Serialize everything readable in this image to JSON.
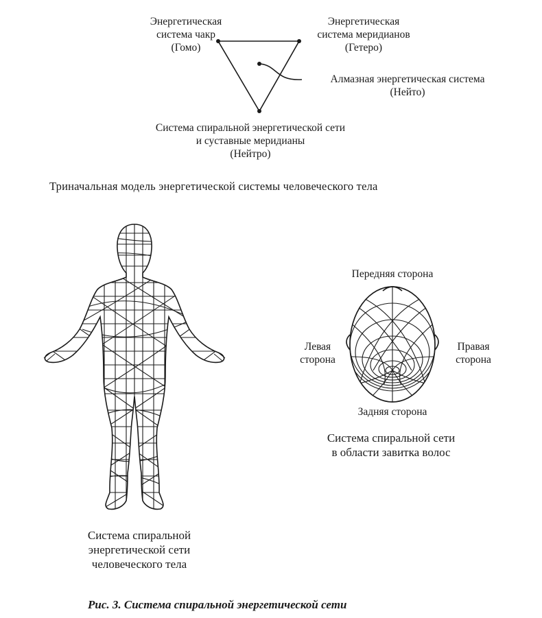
{
  "triangle": {
    "top_left_label": [
      "Энергетическая",
      "система чакр",
      "(Гомо)"
    ],
    "top_right_label": [
      "Энергетическая",
      "система меридианов",
      "(Гетеро)"
    ],
    "center_label": [
      "Алмазная энергетическая система",
      "(Нейто)"
    ],
    "bottom_label": [
      "Система спиральной энергетической сети",
      "и суставные меридианы",
      "(Нейтро)"
    ],
    "heading": "Триначальная модель энергетической системы человеческого тела"
  },
  "body_figure": {
    "caption": [
      "Система спиральной",
      "энергетической сети",
      "человеческого тела"
    ]
  },
  "head_figure": {
    "front_label": "Передняя сторона",
    "left_label": [
      "Левая",
      "сторона"
    ],
    "right_label": [
      "Правая",
      "сторона"
    ],
    "back_label": "Задняя сторона",
    "caption": [
      "Система спиральной сети",
      "в области завитка волос"
    ]
  },
  "figure_caption": "Рис. 3. Система спиральной энергетической сети",
  "colors": {
    "ink": "#1a1a1a",
    "background": "#ffffff"
  }
}
